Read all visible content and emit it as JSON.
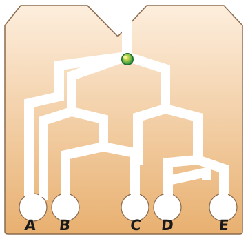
{
  "game": {
    "bins": [
      {
        "label": "A"
      },
      {
        "label": "B"
      },
      {
        "label": "C"
      },
      {
        "label": "D"
      },
      {
        "label": "E"
      }
    ],
    "ball": {
      "icon": "green-ball-icon",
      "colors": [
        "#22a24a",
        "#f0e04a"
      ]
    },
    "colors": {
      "board_top": "#fdeedd",
      "board_bottom": "#e8b070",
      "board_outline": "#8a6a4e",
      "path": "#ffffff"
    }
  }
}
